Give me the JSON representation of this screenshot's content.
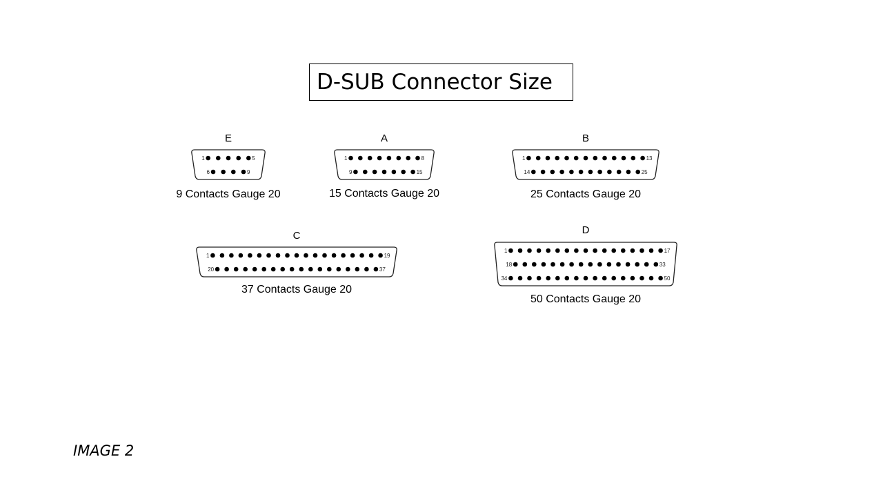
{
  "title": "D-SUB Connector Size",
  "caption": "IMAGE 2",
  "connectors": [
    {
      "id": "E",
      "letter": "E",
      "label": "9 Contacts Gauge 20",
      "rows": [
        {
          "start": "1",
          "end": "5",
          "count": 5
        },
        {
          "start": "6",
          "end": "9",
          "count": 4
        }
      ]
    },
    {
      "id": "A",
      "letter": "A",
      "label": "15 Contacts Gauge 20",
      "rows": [
        {
          "start": "1",
          "end": "8",
          "count": 8
        },
        {
          "start": "9",
          "end": "15",
          "count": 7
        }
      ]
    },
    {
      "id": "B",
      "letter": "B",
      "label": "25 Contacts Gauge 20",
      "rows": [
        {
          "start": "1",
          "end": "13",
          "count": 13
        },
        {
          "start": "14",
          "end": "25",
          "count": 12
        }
      ]
    },
    {
      "id": "C",
      "letter": "C",
      "label": "37 Contacts Gauge 20",
      "rows": [
        {
          "start": "1",
          "end": "19",
          "count": 19
        },
        {
          "start": "20",
          "end": "37",
          "count": 18
        }
      ]
    },
    {
      "id": "D",
      "letter": "D",
      "label": "50 Contacts Gauge 20",
      "rows": [
        {
          "start": "1",
          "end": "17",
          "count": 17
        },
        {
          "start": "18",
          "end": "33",
          "count": 16
        },
        {
          "start": "34",
          "end": "50",
          "count": 17
        }
      ]
    }
  ]
}
